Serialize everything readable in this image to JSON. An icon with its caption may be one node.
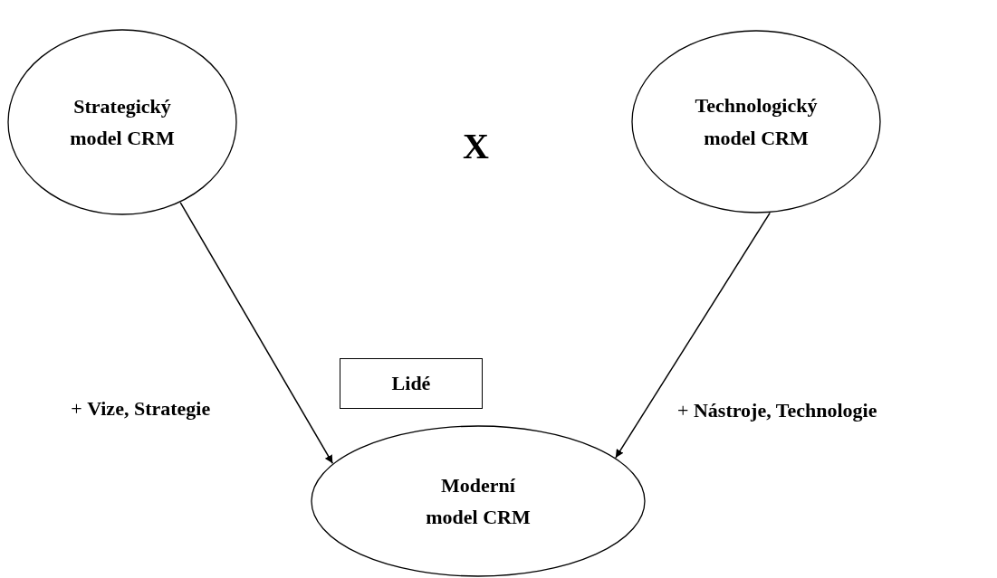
{
  "diagram": {
    "nodes": [
      {
        "text": [
          "Strategický model CRM"
        ]
      },
      {
        "text": [
          "Technologický model CRM"
        ]
      },
      {
        "text": [
          "Moderní model CRM"
        ]
      },
      {
        "text": [
          "Lidé"
        ]
      }
    ],
    "edges": [
      {
        "from": 0,
        "to": 2,
        "arrow": "to",
        "label": "+ **Vize, Strategie**"
      },
      {
        "from": 1,
        "to": 2,
        "arrow": "to",
        "label": "+ **Nástroje, Technologie**"
      }
    ],
    "labels": [
      "X"
    ]
  }
}
